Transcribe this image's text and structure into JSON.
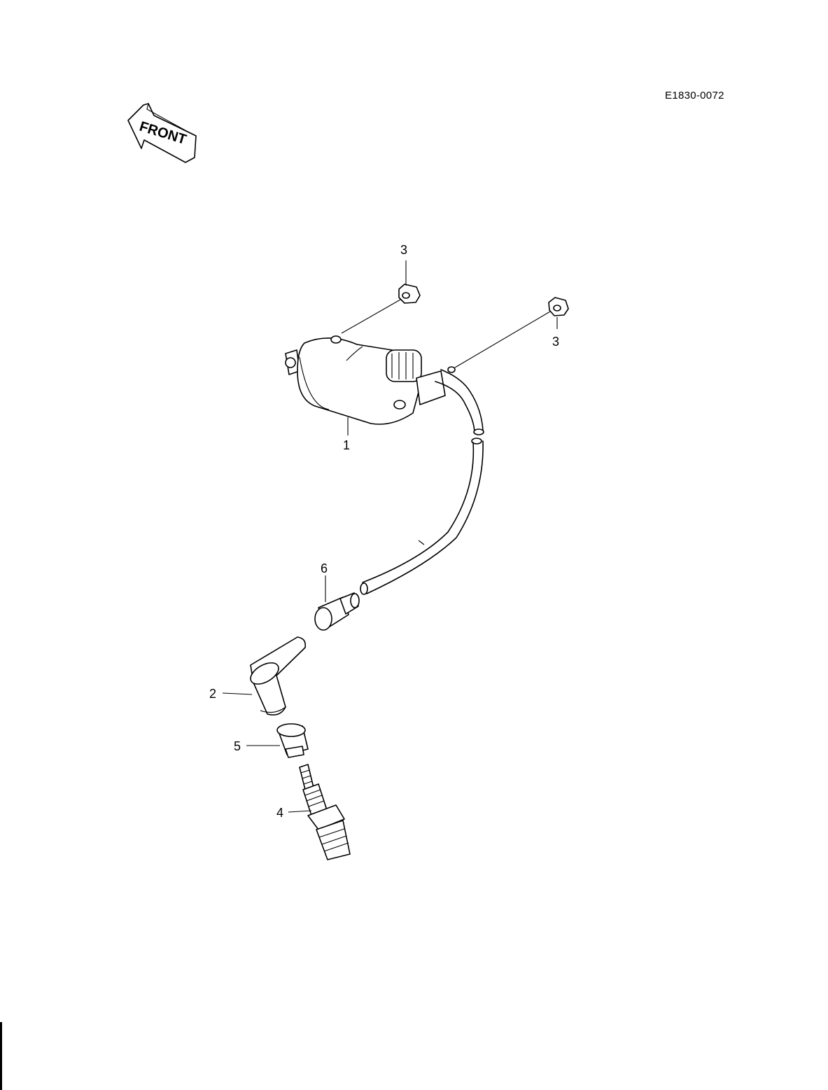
{
  "diagram_code": "E1830-0072",
  "front_label": "FRONT",
  "callouts": {
    "ignition_coil": "1",
    "plug_cap": "2",
    "nut_left": "3",
    "nut_right": "3",
    "spark_plug": "4",
    "seal": "5",
    "cap_boot": "6"
  }
}
